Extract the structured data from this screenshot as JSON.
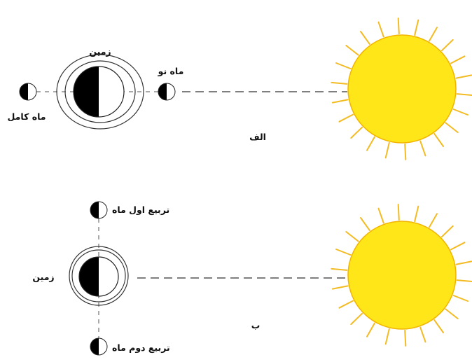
{
  "diagram_a": {
    "caption": "الف",
    "earth_label": "زمین",
    "new_moon_label": "ماه نو",
    "full_moon_label": "ماه کامل"
  },
  "diagram_b": {
    "caption": "ب",
    "earth_label": "زمین",
    "first_quarter_label": "تربیع اول ماه",
    "last_quarter_label": "تربیع دوم ماه"
  },
  "colors": {
    "sun_fill": "#ffe619",
    "sun_stroke": "#f2b400",
    "sun_rays": "#f3bb23",
    "body_dark": "#000000",
    "body_light": "#ffffff",
    "line": "#555555"
  },
  "icons": [
    "sun-icon",
    "earth-icon",
    "moon-phase-icon"
  ]
}
